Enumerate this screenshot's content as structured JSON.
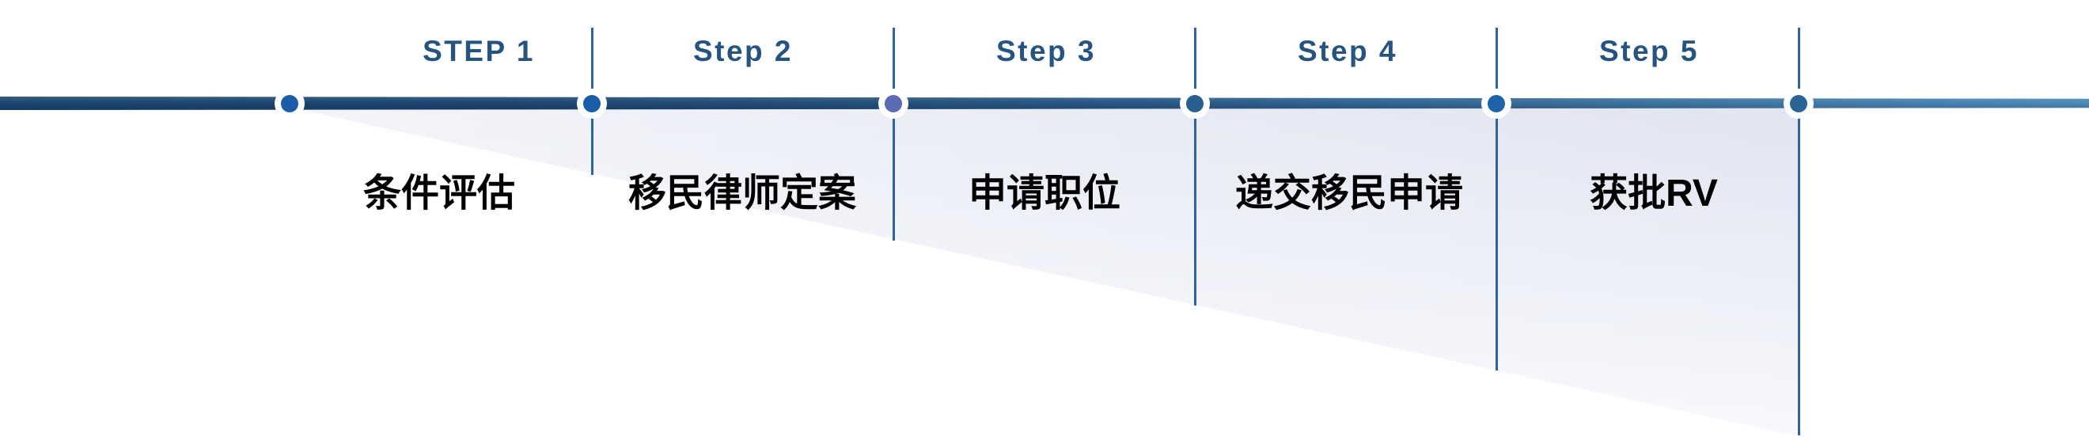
{
  "diagram": {
    "kind": "process-timeline",
    "steps": [
      {
        "step_label": "STEP 1",
        "title": "条件评估"
      },
      {
        "step_label": "Step 2",
        "title": "移民律师定案"
      },
      {
        "step_label": "Step 3",
        "title": "申请职位"
      },
      {
        "step_label": "Step 4",
        "title": "递交移民申请"
      },
      {
        "step_label": "Step 5",
        "title": "获批RV"
      }
    ],
    "timeline": {
      "dot_colors": [
        "#1a5ca6",
        "#1a5ea9",
        "#5b6cb5",
        "#2a5d90",
        "#1e63a8",
        "#2d6496"
      ],
      "bar_color_left": "#1b4670",
      "bar_color_mid": "#2a5886",
      "bar_color_right": "#4e8ab8",
      "divider_color": "#31639b",
      "step_label_color": "#27547f",
      "title_color": "#000000",
      "wedge_color_light": "#f6f7fa",
      "wedge_color_dark": "#d8ddee",
      "halo_color": "#ffffff"
    }
  }
}
